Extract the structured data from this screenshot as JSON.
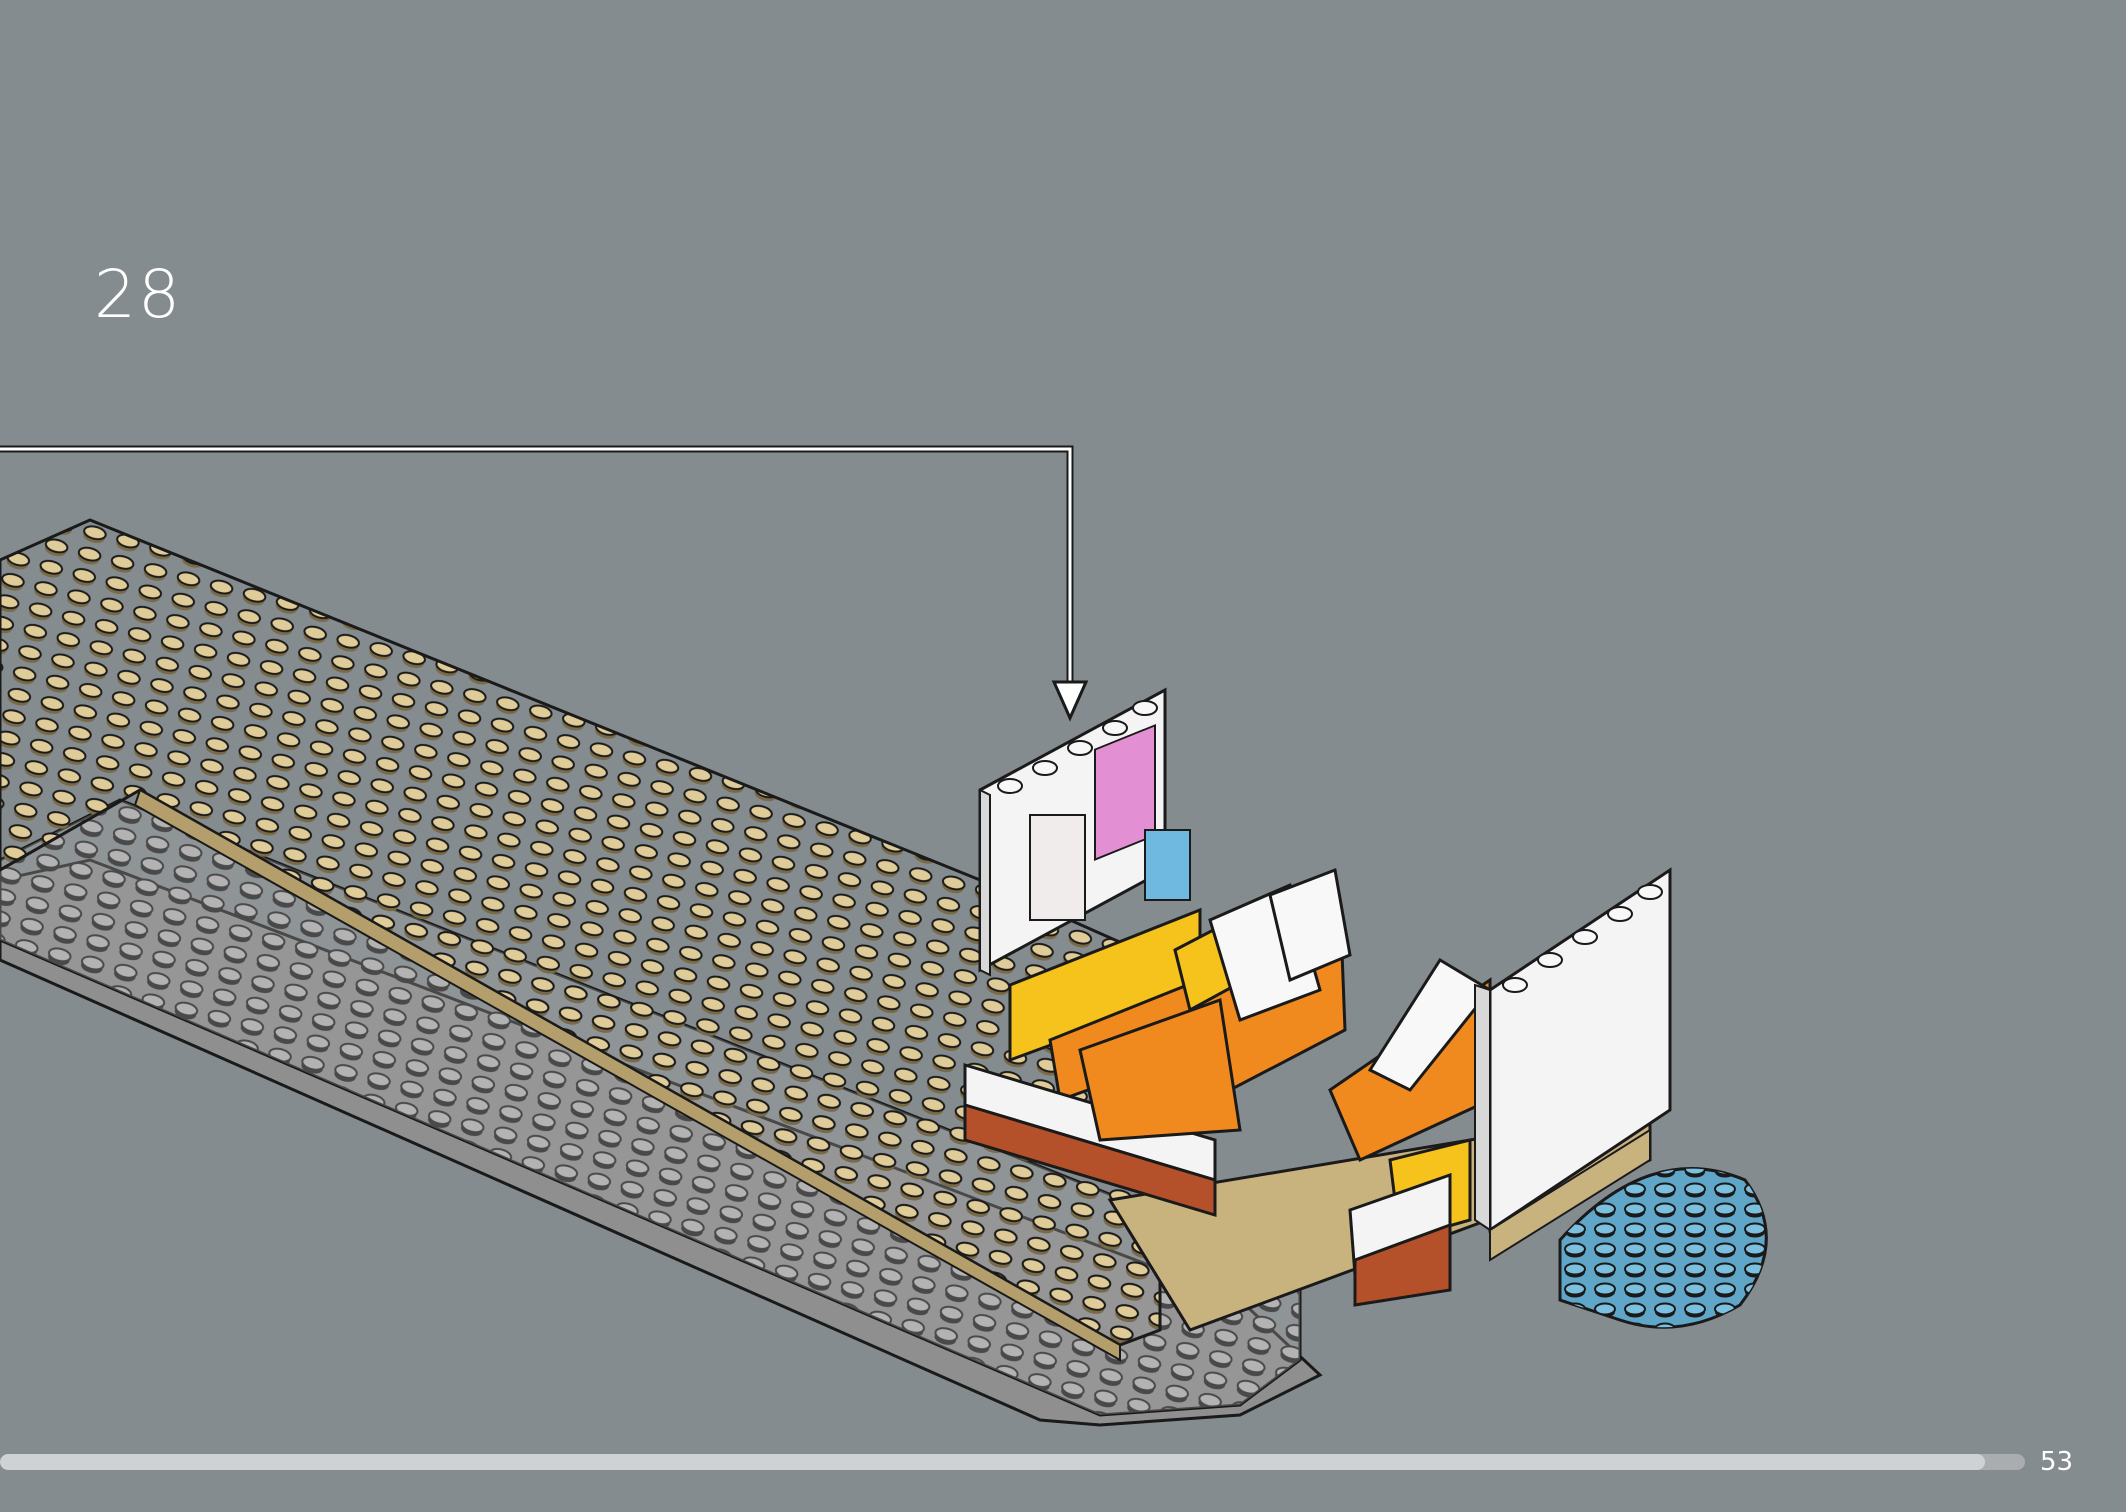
{
  "instruction_page": {
    "step_number": "28",
    "page_number": "53",
    "progress_fraction": 0.98
  },
  "colors": {
    "background": "#858c8f",
    "tan_baseplate": "#c8b27e",
    "dark_gray_plate": "#9a9a9a",
    "white_wall": "#f4f4f4",
    "yellow_brick": "#f6c21c",
    "orange_brick": "#f08a1e",
    "rust_brick": "#b5512a",
    "medium_azure_plate": "#5fa6c8",
    "pink_tile": "#e38fd3",
    "outline": "#1a1a1a"
  },
  "icons": {
    "callout_arrow": "arrow-down-icon"
  }
}
